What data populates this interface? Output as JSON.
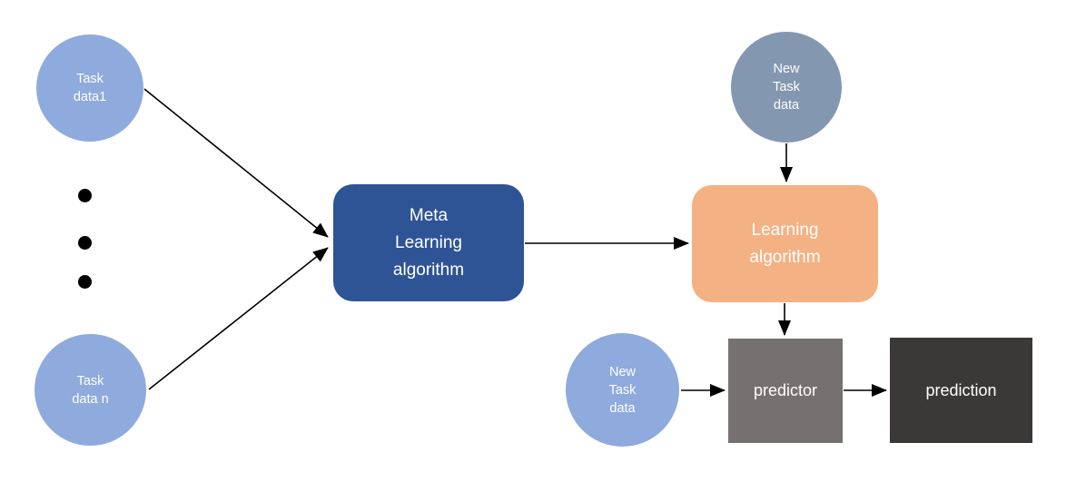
{
  "canvas": {
    "background": "#ffffff"
  },
  "colors": {
    "task_circle": "#8FAADC",
    "new_task_top_circle": "#8497B0",
    "new_task_bottom_circle": "#8FAADC",
    "meta_box": "#2F5496",
    "learning_box": "#F4B183",
    "predictor_box": "#767171",
    "prediction_box": "#3B3838",
    "ellipsis_dot": "#000000",
    "arrow": "#000000",
    "node_text": "#ffffff"
  },
  "nodes": {
    "task_data_1": {
      "lines": [
        "Task",
        "data1"
      ]
    },
    "task_data_n": {
      "lines": [
        "Task",
        "data n"
      ]
    },
    "meta_learning_algorithm": {
      "lines": [
        "Meta",
        "Learning",
        "algorithm"
      ]
    },
    "learning_algorithm": {
      "lines": [
        "Learning",
        "algorithm"
      ]
    },
    "new_task_data_top": {
      "lines": [
        "New",
        "Task",
        "data"
      ]
    },
    "new_task_data_bottom": {
      "lines": [
        "New",
        "Task",
        "data"
      ]
    },
    "predictor": {
      "label": "predictor"
    },
    "prediction": {
      "label": "prediction"
    }
  },
  "ellipsis": {
    "dot_count": 3
  }
}
